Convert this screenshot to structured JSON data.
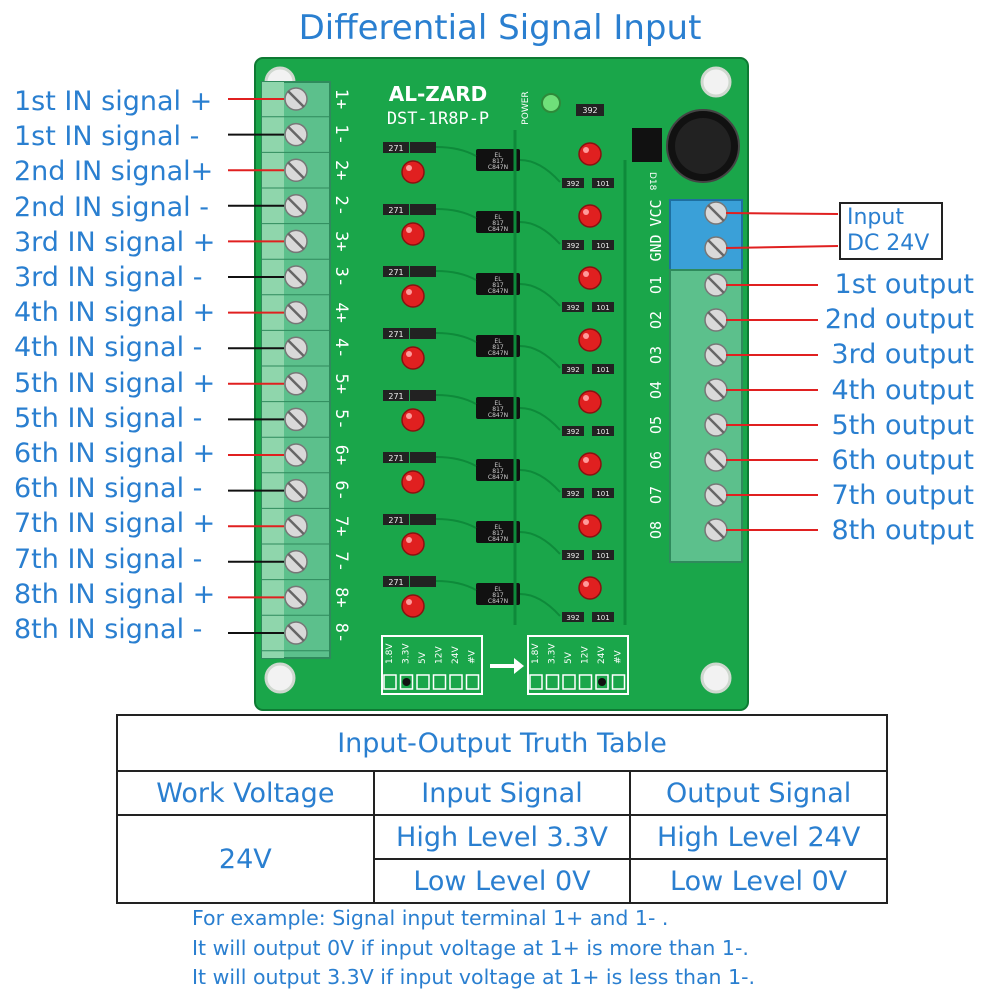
{
  "title": "Differential Signal Input",
  "input_labels": [
    "1st IN signal +",
    "1st IN signal -",
    "2nd IN signal+",
    "2nd IN signal -",
    "3rd IN signal +",
    "3rd IN signal -",
    "4th IN signal +",
    "4th IN signal -",
    "5th IN signal +",
    "5th IN signal -",
    "6th IN signal +",
    "6th IN signal -",
    "7th IN signal +",
    "7th IN signal -",
    "8th IN signal +",
    "8th IN signal -"
  ],
  "power_input": {
    "line1": "Input",
    "line2": "DC 24V"
  },
  "output_labels": [
    "1st output",
    "2nd output",
    "3rd output",
    "4th output",
    "5th output",
    "6th output",
    "7th output",
    "8th output"
  ],
  "board": {
    "brand": "AL-ZARD",
    "model": "DST-1R8P-P",
    "power_led_label": "POWER",
    "input_pins": [
      "1+",
      "1-",
      "2+",
      "2-",
      "3+",
      "3-",
      "4+",
      "4-",
      "5+",
      "5-",
      "6+",
      "6-",
      "7+",
      "7-",
      "8+",
      "8-"
    ],
    "output_pins": [
      "VCC",
      "GND",
      "O1",
      "O2",
      "O3",
      "O4",
      "O5",
      "O6",
      "O7",
      "O8"
    ],
    "optocoupler_text": [
      "EL",
      "817",
      "C847N"
    ],
    "resistor_labels": [
      "271",
      "392",
      "101"
    ],
    "diode_label": "D18",
    "jumper_voltages": [
      "1.8V",
      "3.3V",
      "5V",
      "12V",
      "24V",
      "#V"
    ]
  },
  "truth_table": {
    "title": "Input-Output Truth Table",
    "headers": [
      "Work Voltage",
      "Input Signal",
      "Output Signal"
    ],
    "work_voltage": "24V",
    "rows": [
      {
        "input": "High Level 3.3V",
        "output": "High Level 24V"
      },
      {
        "input": "Low Level 0V",
        "output": "Low Level 0V"
      }
    ]
  },
  "notes": [
    "For example: Signal input terminal 1+ and 1- .",
    "It will output 0V if input voltage at 1+ is more than 1-.",
    "It will output 3.3V if input voltage at 1+ is less than 1-."
  ],
  "colors": {
    "text_blue": "#2a7fd0",
    "pcb_green": "#1aa64a",
    "terminal_green": "#5cc08c",
    "terminal_blue": "#3aa0d8",
    "led_red": "#e02020",
    "arrow_red": "#e02020"
  }
}
